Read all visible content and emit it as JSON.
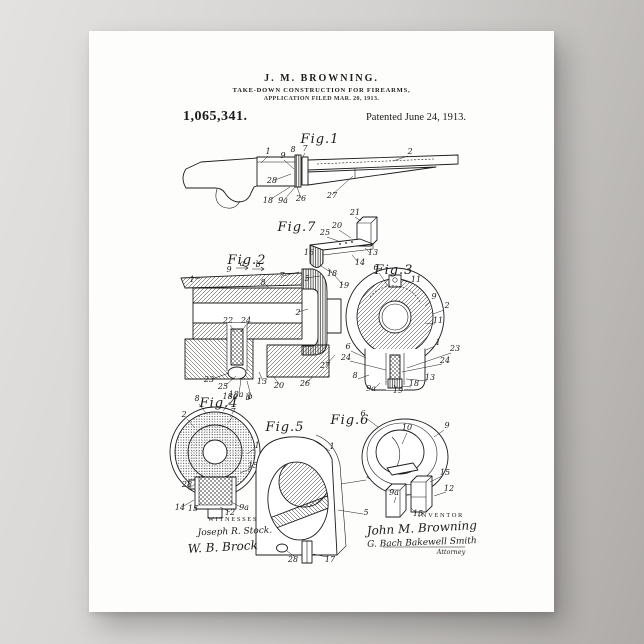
{
  "backdrop": {
    "bg_light": "#e4e2e0",
    "bg_dark": "#aeaba8",
    "ink": "#1c1c1c"
  },
  "poster": {
    "header": {
      "inventor_line": "J. M. BROWNING.",
      "title_line": "TAKE-DOWN CONSTRUCTION FOR FIREARMS,",
      "application_line": "APPLICATION FILED MAR. 20, 1913.",
      "patent_number": "1,065,341.",
      "patent_date": "Patented June 24, 1913."
    },
    "figures": {
      "fig1": {
        "label": "Fig.1",
        "callouts": [
          "1",
          "9",
          "8",
          "7",
          "2",
          "28",
          "18",
          "9a",
          "26",
          "27"
        ]
      },
      "fig7": {
        "label": "Fig.7",
        "callouts": [
          "21",
          "20",
          "25",
          "16",
          "13",
          "14",
          "18",
          "19"
        ]
      },
      "fig2": {
        "label": "Fig.2",
        "callouts": [
          "9",
          "a",
          "b",
          "1",
          "8",
          "7",
          "5",
          "2",
          "22",
          "24",
          "23",
          "25",
          "18a",
          "b",
          "13",
          "20",
          "26",
          "27"
        ]
      },
      "fig3": {
        "label": "Fig.3",
        "callouts": [
          "6",
          "11",
          "9",
          "2",
          "11",
          "1",
          "23",
          "24",
          "24",
          "13",
          "18",
          "19",
          "9a",
          "8",
          "6"
        ]
      },
      "fig4": {
        "label": "Fig.4",
        "callouts": [
          "8",
          "18a",
          "b",
          "7",
          "2",
          "1",
          "15",
          "28",
          "14",
          "15",
          "12",
          "9a"
        ]
      },
      "fig5": {
        "label": "Fig.5",
        "callouts": [
          "1",
          "4",
          "5",
          "28",
          "17"
        ]
      },
      "fig6": {
        "label": "Fig.6",
        "callouts": [
          "6",
          "10",
          "9",
          "15",
          "12",
          "9a",
          "15"
        ]
      }
    },
    "signatures": {
      "witnesses_heading": "WITNESSES",
      "witness_1": "Joseph R. Stock.",
      "witness_2": "W. B. Brock",
      "inventor_heading": "INVENTOR",
      "inventor_name": "John M. Browning",
      "attorney_signature": "G. Bach Bakewell Smith",
      "attorney_label": "Attorney"
    }
  }
}
